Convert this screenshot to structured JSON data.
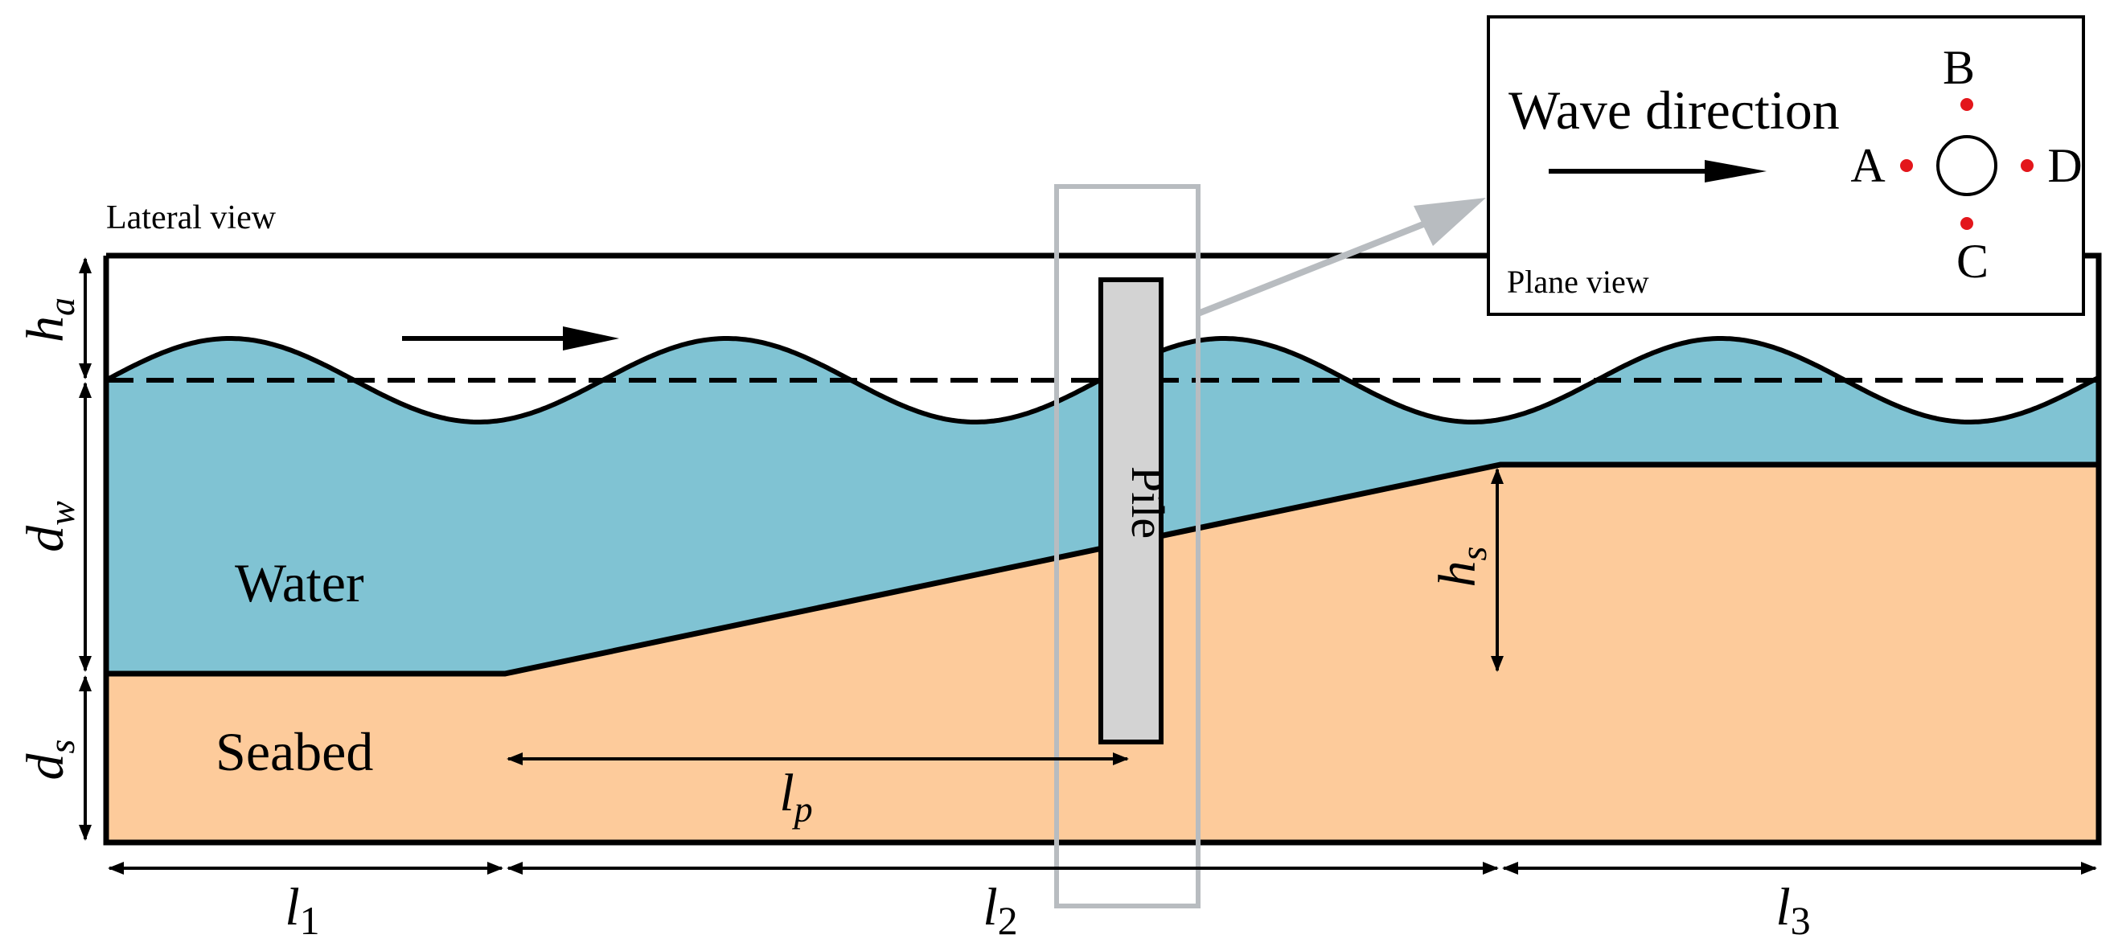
{
  "labels": {
    "lateral_view": "Lateral view",
    "plane_view": "Plane view",
    "wave_direction": "Wave direction",
    "water": "Water",
    "seabed": "Seabed",
    "pile": "Pile"
  },
  "plane_points": [
    "A",
    "B",
    "C",
    "D"
  ],
  "dimensions": {
    "h_a": {
      "base": "h",
      "sub": "a"
    },
    "d_w": {
      "base": "d",
      "sub": "w"
    },
    "d_s": {
      "base": "d",
      "sub": "s"
    },
    "h_s": {
      "base": "h",
      "sub": "s"
    },
    "l_p": {
      "base": "l",
      "sub": "p"
    },
    "l_1": {
      "base": "l",
      "sub": "1"
    },
    "l_2": {
      "base": "l",
      "sub": "2"
    },
    "l_3": {
      "base": "l",
      "sub": "3"
    }
  },
  "colors": {
    "water": "#80C3D3",
    "seabed": "#FDCB9B",
    "pile_fill": "#D3D3D3",
    "highlight_box": "#B8BCC0",
    "measure_points": "#E3161B",
    "outline": "#000000"
  },
  "icons": {
    "wave_arrow": "right-arrow-icon",
    "pile_cross_section": "circle-icon"
  }
}
